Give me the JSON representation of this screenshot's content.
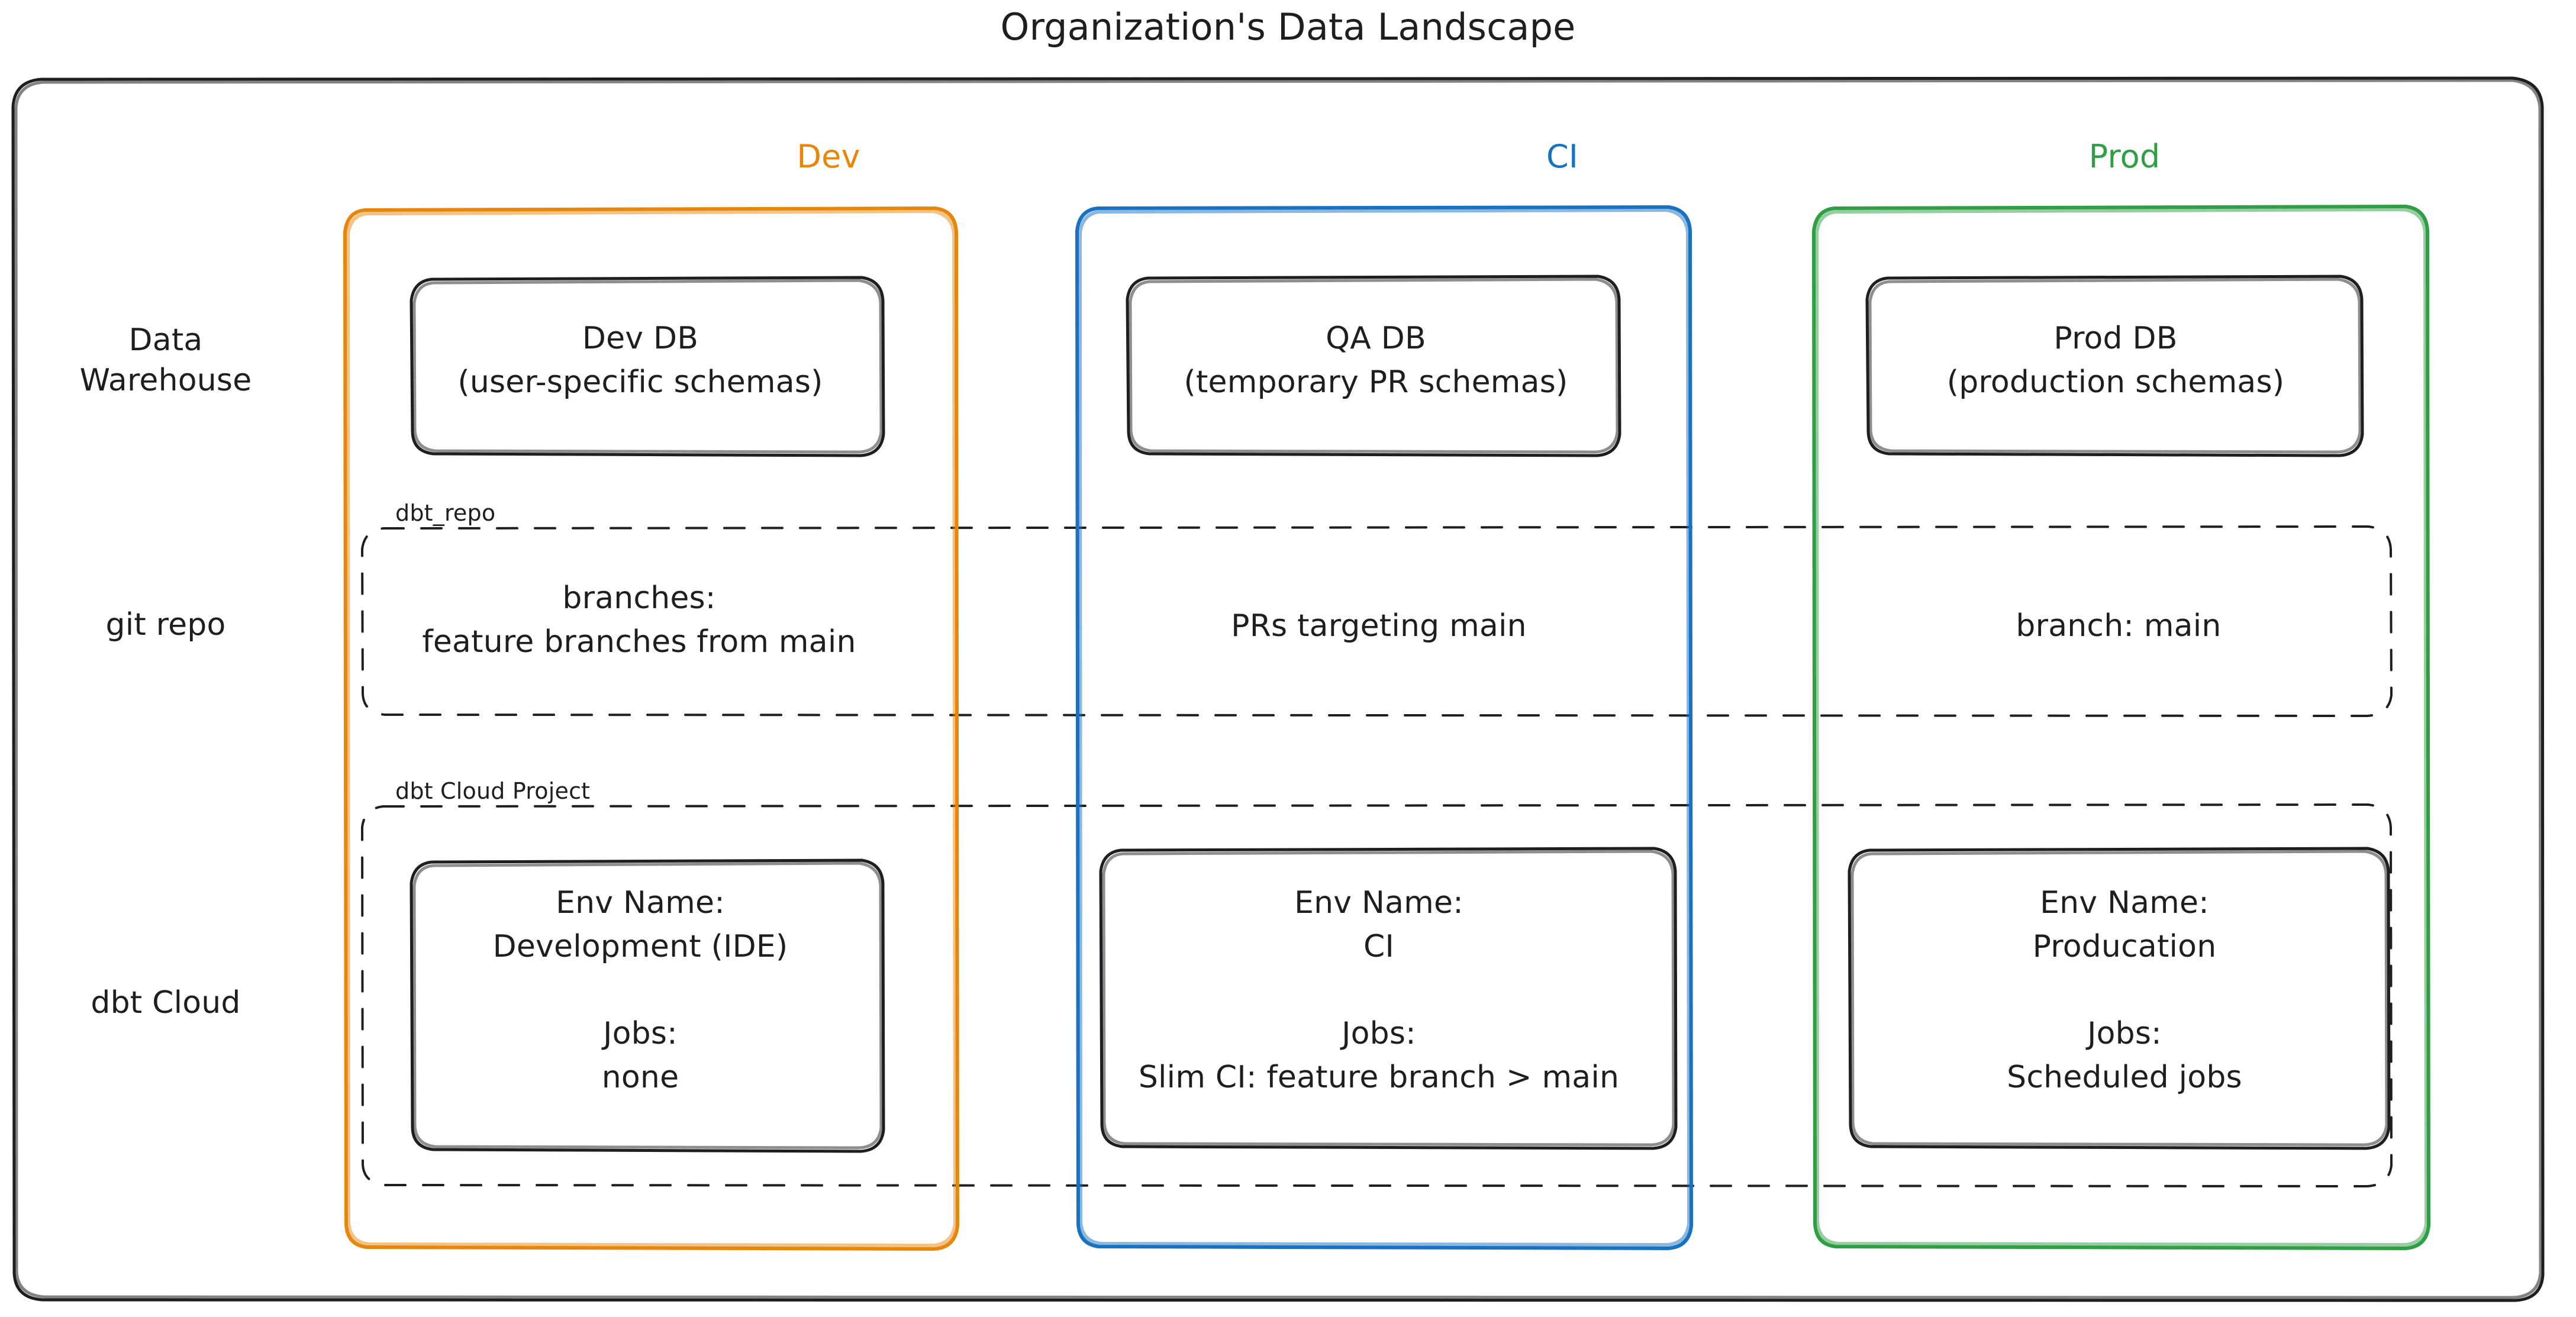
{
  "diagram": {
    "title": "Organization's Data Landscape",
    "type": "flowchart-grouped",
    "palette": {
      "dev": "#e8860c",
      "ci": "#1971c2",
      "prod": "#2f9e44",
      "stroke": "#1e1e1e",
      "background": "#ffffff"
    }
  },
  "columns": [
    {
      "key": "dev",
      "label": "Dev",
      "color": "#e8860c"
    },
    {
      "key": "ci",
      "label": "CI",
      "color": "#1971c2"
    },
    {
      "key": "prod",
      "label": "Prod",
      "color": "#2f9e44"
    }
  ],
  "rows": [
    {
      "key": "warehouse",
      "label": "Data\nWarehouse"
    },
    {
      "key": "git",
      "label": "git repo"
    },
    {
      "key": "dbtcloud",
      "label": "dbt Cloud"
    }
  ],
  "groups": [
    {
      "key": "dbt_repo",
      "caption": "dbt_repo",
      "style": "dashed"
    },
    {
      "key": "dbt_cloud_project",
      "caption": "dbt Cloud Project",
      "style": "dashed"
    }
  ],
  "nodes": {
    "warehouse": {
      "dev": "Dev DB\n(user-specific schemas)",
      "ci": "QA DB\n(temporary PR schemas)",
      "prod": "Prod DB\n(production schemas)"
    },
    "git": {
      "dev": "branches:\nfeature branches from main",
      "ci": "PRs targeting main",
      "prod": "branch: main"
    },
    "dbtcloud": {
      "dev": "Env Name:\nDevelopment (IDE)\n\nJobs:\nnone",
      "ci": "Env Name:\nCI\n\nJobs:\nSlim CI: feature branch > main",
      "prod": "Env Name:\nProducation\n\nJobs:\nScheduled jobs"
    }
  }
}
